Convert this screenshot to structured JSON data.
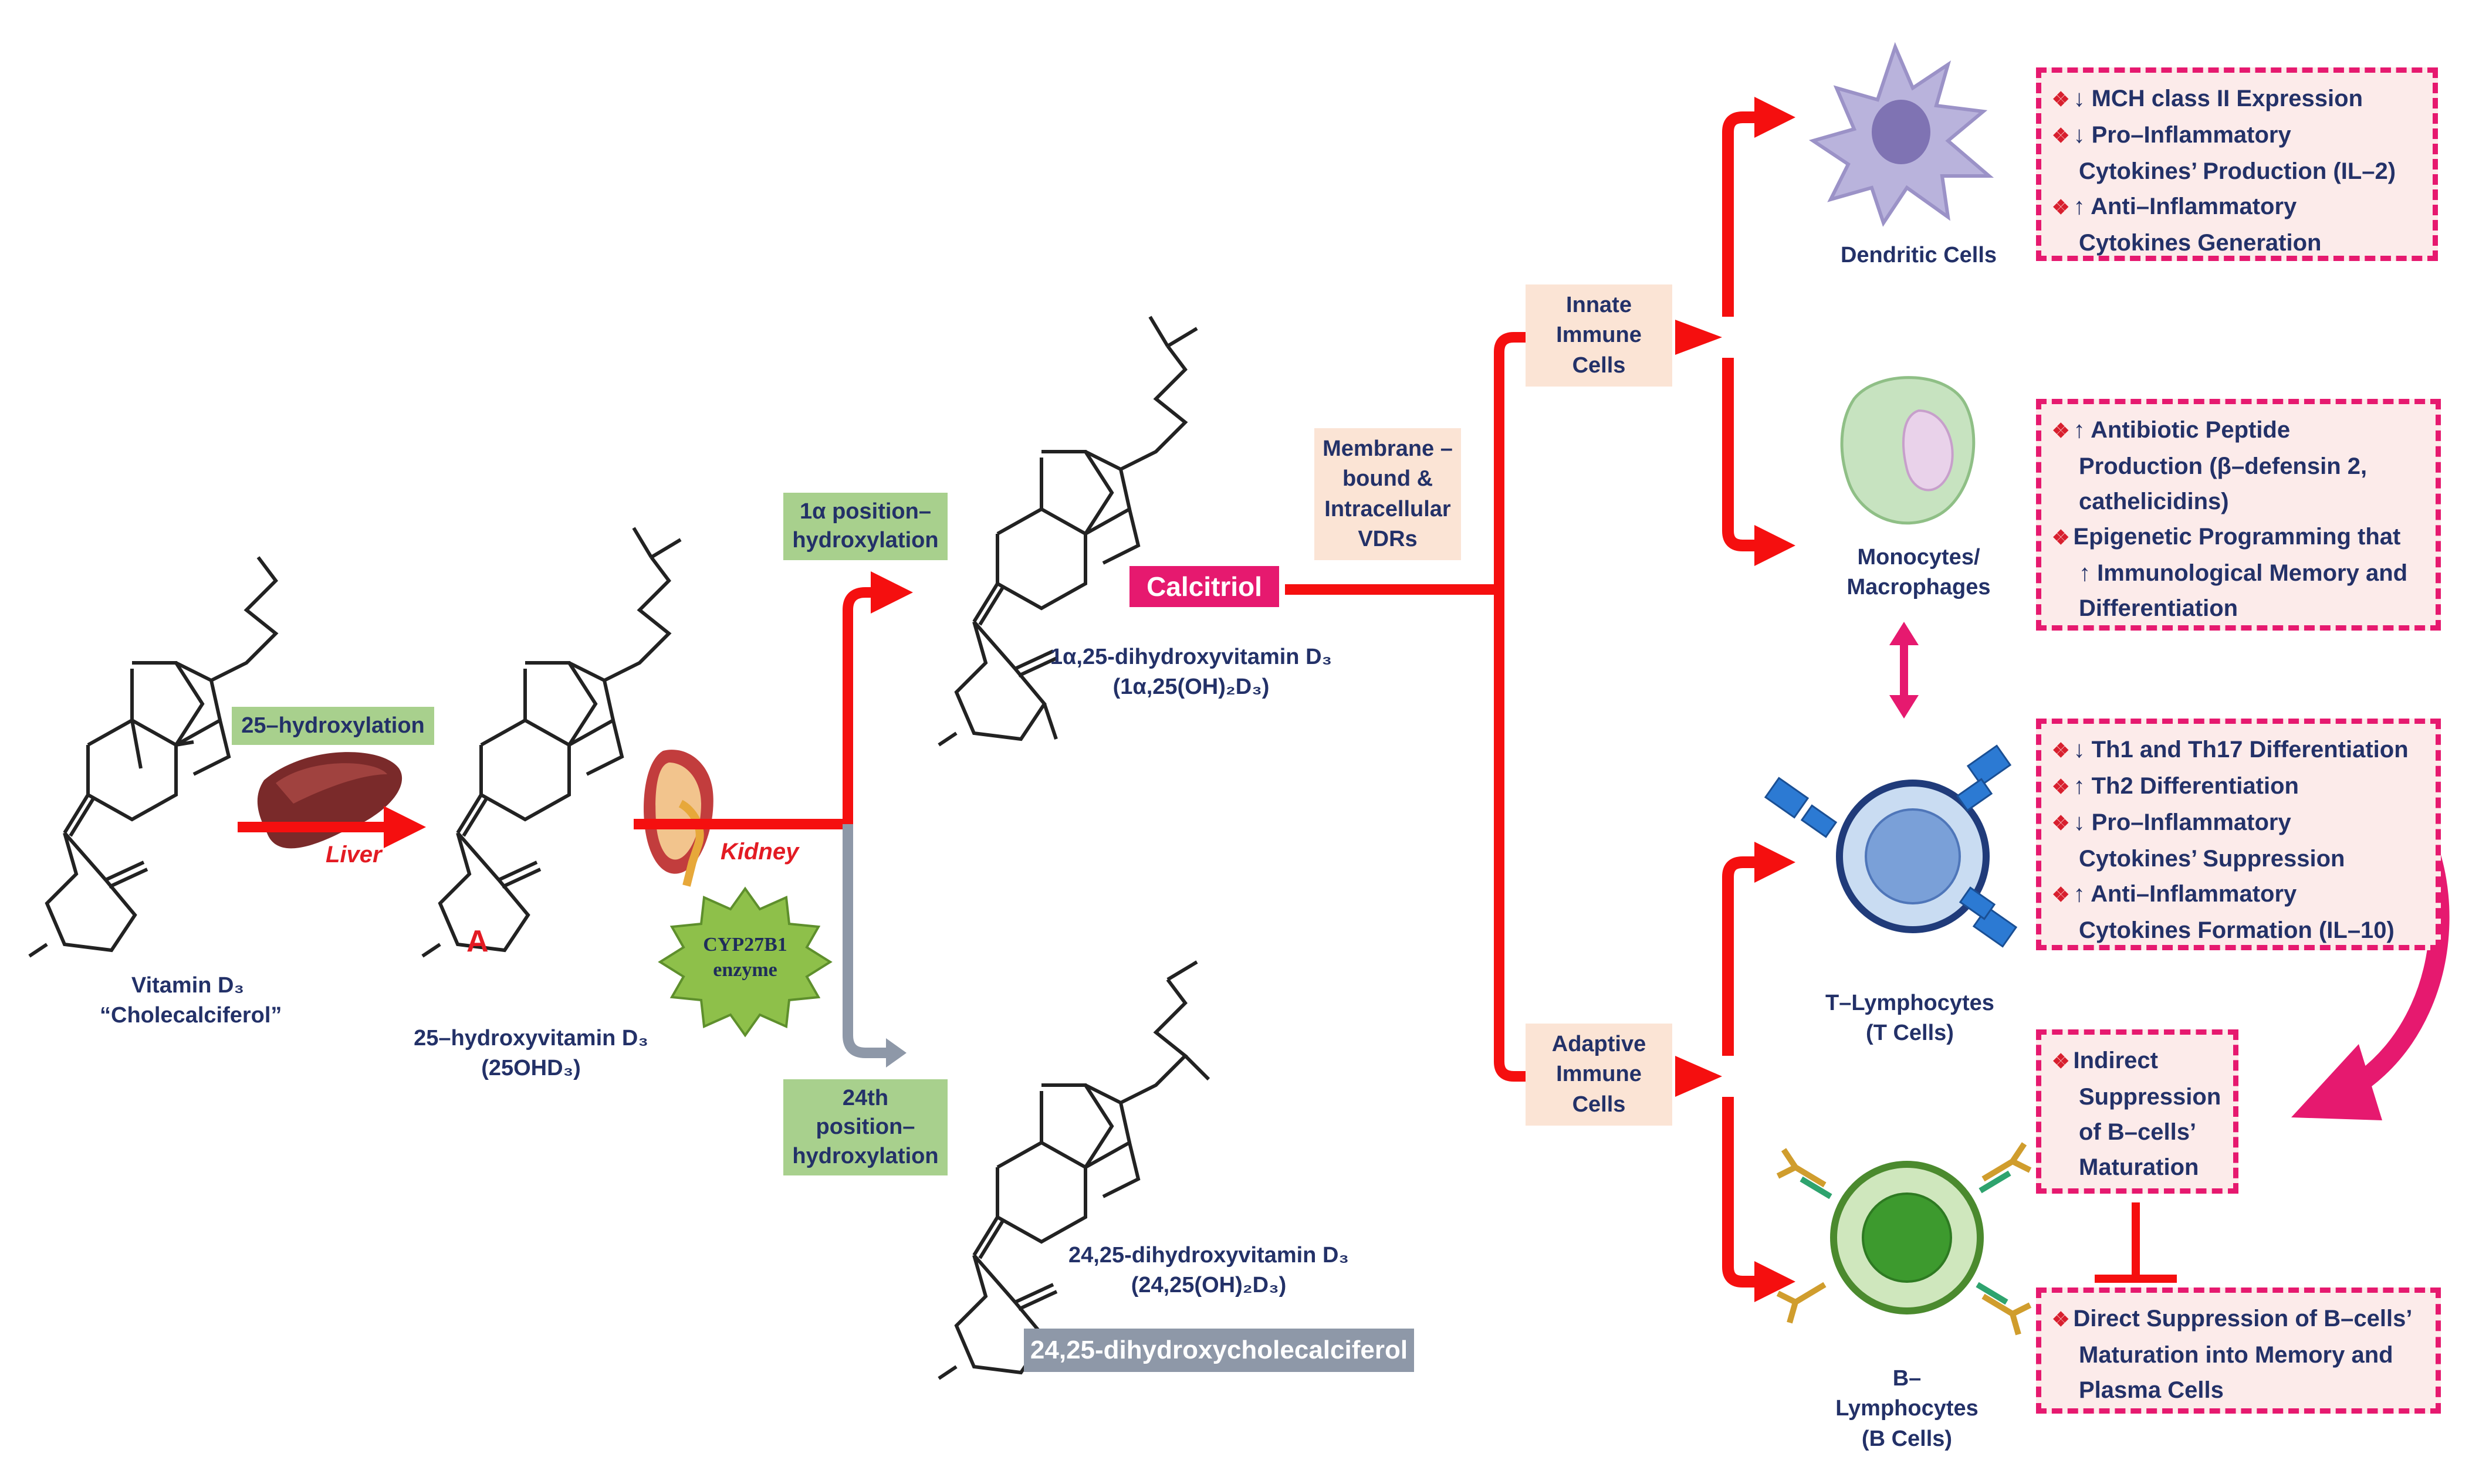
{
  "precursor": {
    "name": "Vitamin D₃",
    "alt_name": "“Cholecalciferol”"
  },
  "step1": {
    "label": "25–hydroxylation",
    "organ": "Liver"
  },
  "intermediate": {
    "name": "25–hydroxyvitamin D₃",
    "abbr": "(25OHD₃)",
    "ring_label": "A"
  },
  "kidney": {
    "organ": "Kidney",
    "enzyme": "CYP27B1 enzyme"
  },
  "branch_active": {
    "label": "1α position–hydroxylation",
    "product": "1α,25-dihydroxyvitamin D₃",
    "product_abbr": "(1α,25(OH)₂D₃)",
    "common_name": "Calcitriol"
  },
  "branch_inactive": {
    "label": "24th position–hydroxylation",
    "product": "24,25-dihydroxyvitamin D₃",
    "product_abbr": "(24,25(OH)₂D₃)",
    "common_name": "24,25-dihydroxycholecalciferol"
  },
  "receptors": "Membrane – bound & Intracellular VDRs",
  "innate": "Innate Immune Cells",
  "adaptive": "Adaptive Immune Cells",
  "cells": {
    "dendritic": "Dendritic Cells",
    "monocytes": "Monocytes/ Macrophages",
    "t_cells": "T–Lymphocytes (T Cells)",
    "b_cells": "B– Lymphocytes (B Cells)"
  },
  "effects": {
    "dendritic": [
      "↓ MCH class II Expression",
      "↓ Pro–Inflammatory",
      "Cytokines’ Production (IL–2)",
      "↑ Anti–Inflammatory",
      "Cytokines Generation"
    ],
    "monocytes": [
      "↑ Antibiotic Peptide",
      "Production (β–defensin 2,",
      "cathelicidins)",
      "Epigenetic Programming that",
      "↑  Immunological Memory and",
      "Differentiation"
    ],
    "t_cells": [
      "↓ Th1 and Th17 Differentiation",
      "↑ Th2 Differentiation",
      "↓ Pro–Inflammatory",
      "Cytokines’ Suppression",
      "↑ Anti–Inflammatory",
      "Cytokines Formation (IL–10)"
    ],
    "indirect": [
      "Indirect",
      "Suppression",
      "of B–cells’",
      "Maturation"
    ],
    "b_cells": [
      "Direct Suppression of B–cells’",
      "Maturation into Memory and",
      "Plasma Cells"
    ]
  },
  "colors": {
    "arrow_red": "#f50f0f",
    "magenta": "#e6196f",
    "green_box": "#a8d08d",
    "peach_box": "#fbe4d5",
    "gray": "#8e98a8",
    "text_navy": "#233168"
  }
}
